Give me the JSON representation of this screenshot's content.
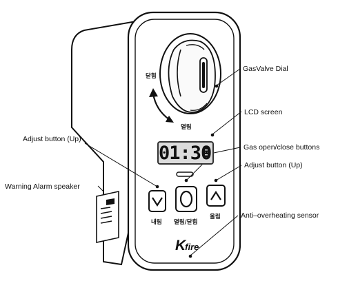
{
  "callouts": {
    "gas_valve_dial": "GasValve Dial",
    "lcd_screen": "LCD screen",
    "gas_buttons": "Gas open/close buttons",
    "adjust_up_left": "Adjust button (Up)",
    "adjust_up_right": "Adjust button (Up)",
    "warning_speaker": "Warning Alarm speaker",
    "anti_overheating": "Anti–overheating sensor"
  },
  "device": {
    "dial_label_close": "닫힘",
    "dial_label_open": "열림",
    "lcd_time": "01:30",
    "button_labels": {
      "down": "내림",
      "open_close": "열림/닫힘",
      "up": "올림"
    },
    "brand_k": "K",
    "brand_fire": "fire"
  },
  "colors": {
    "outline": "#111111",
    "lcd_background": "#dcdcdc",
    "body": "#ffffff"
  },
  "icons": [
    "chevron-down-icon",
    "circle-o-icon",
    "chevron-up-icon",
    "battery-icon",
    "curved-arrow-icon"
  ]
}
